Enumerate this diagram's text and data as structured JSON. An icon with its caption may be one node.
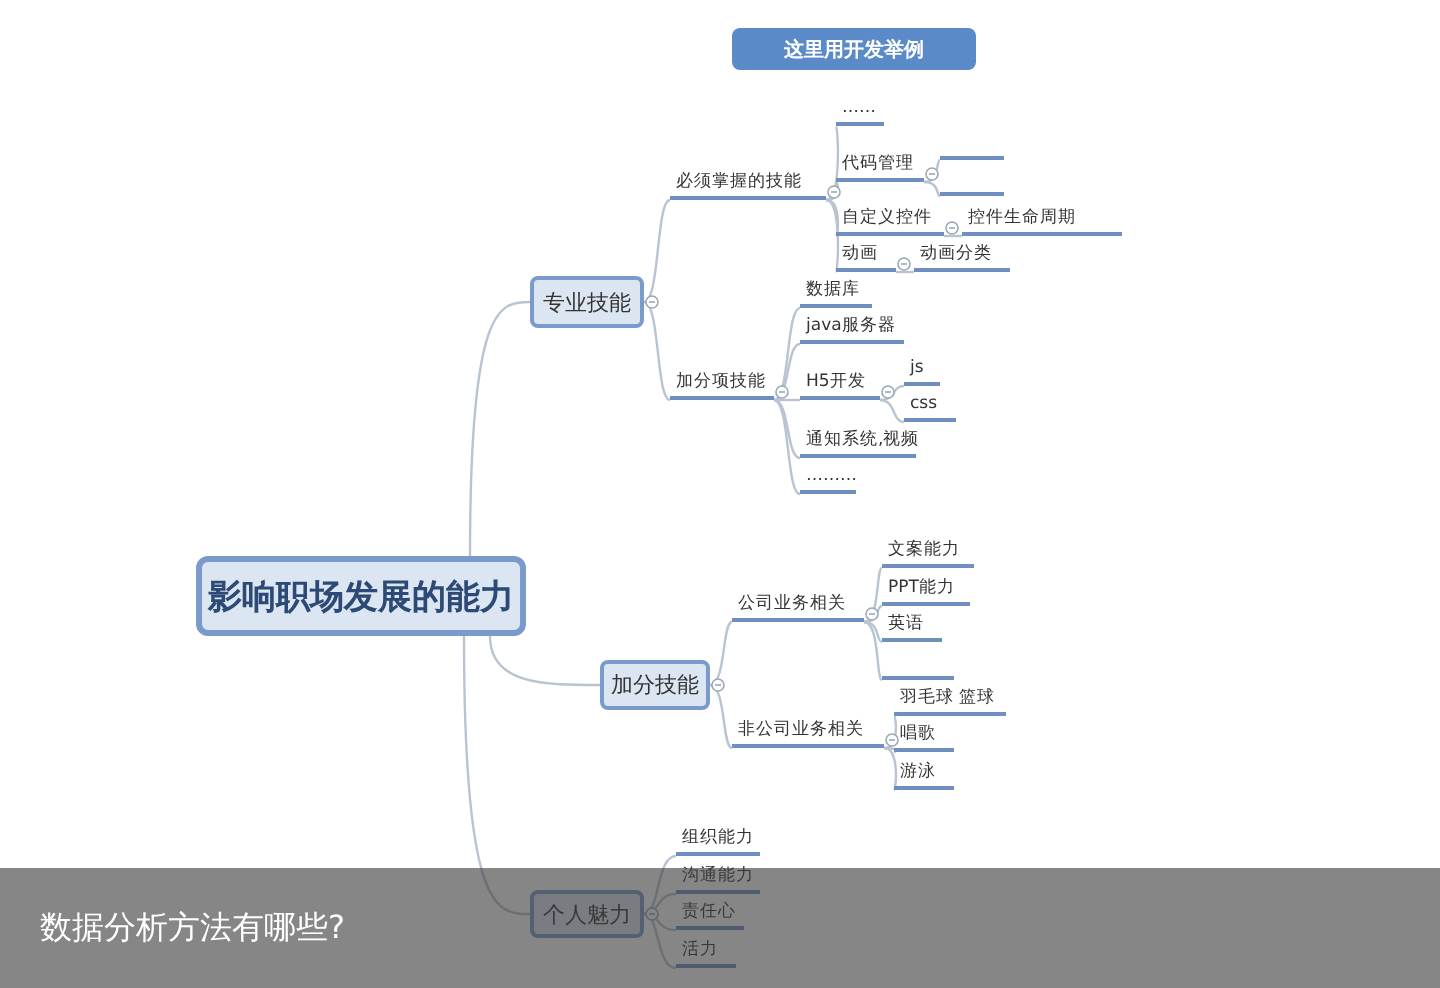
{
  "diagram": {
    "title": "这里用开发举例",
    "caption": "数据分析方法有哪些?",
    "nodes": [
      {
        "text": [
          "影响职场发展的能力"
        ]
      },
      {
        "text": [
          "专业技能"
        ]
      },
      {
        "text": [
          "必须掌握的技能"
        ]
      },
      {
        "text": [
          "……"
        ]
      },
      {
        "text": [
          "代码管理"
        ]
      },
      {
        "text": [],
        "shape": "bar"
      },
      {
        "text": [],
        "shape": "bar"
      },
      {
        "text": [
          "自定义控件"
        ]
      },
      {
        "text": [
          "控件生命周期"
        ]
      },
      {
        "text": [
          "动画"
        ]
      },
      {
        "text": [
          "动画分类"
        ]
      },
      {
        "text": [
          "加分项技能"
        ]
      },
      {
        "text": [
          "数据库"
        ]
      },
      {
        "text": [
          "java服务器"
        ]
      },
      {
        "text": [
          "H5开发"
        ]
      },
      {
        "text": [
          "js"
        ]
      },
      {
        "text": [
          "css"
        ]
      },
      {
        "text": [
          "通知系统,视频"
        ]
      },
      {
        "text": [
          "………"
        ]
      },
      {
        "text": [
          "加分技能"
        ]
      },
      {
        "text": [
          "公司业务相关"
        ]
      },
      {
        "text": [
          "文案能力"
        ]
      },
      {
        "text": [
          "PPT能力"
        ]
      },
      {
        "text": [
          "英语"
        ]
      },
      {
        "text": [],
        "shape": "bar"
      },
      {
        "text": [
          "非公司业务相关"
        ]
      },
      {
        "text": [
          "羽毛球 篮球"
        ]
      },
      {
        "text": [
          "唱歌"
        ]
      },
      {
        "text": [
          "游泳"
        ]
      },
      {
        "text": [
          "个人魅力"
        ]
      },
      {
        "text": [
          "组织能力"
        ]
      },
      {
        "text": [
          "沟通能力"
        ]
      },
      {
        "text": [
          "责任心"
        ]
      },
      {
        "text": [
          "活力"
        ]
      }
    ],
    "edges": [
      {
        "from": 0,
        "to": 1,
        "arrow": "none"
      },
      {
        "from": 0,
        "to": 19,
        "arrow": "none"
      },
      {
        "from": 0,
        "to": 29,
        "arrow": "none"
      },
      {
        "from": 1,
        "to": 2,
        "arrow": "none"
      },
      {
        "from": 1,
        "to": 11,
        "arrow": "none"
      },
      {
        "from": 2,
        "to": 3,
        "arrow": "none"
      },
      {
        "from": 2,
        "to": 4,
        "arrow": "none"
      },
      {
        "from": 2,
        "to": 7,
        "arrow": "none"
      },
      {
        "from": 2,
        "to": 9,
        "arrow": "none"
      },
      {
        "from": 4,
        "to": 5,
        "arrow": "none"
      },
      {
        "from": 4,
        "to": 6,
        "arrow": "none"
      },
      {
        "from": 7,
        "to": 8,
        "arrow": "none"
      },
      {
        "from": 9,
        "to": 10,
        "arrow": "none"
      },
      {
        "from": 11,
        "to": 12,
        "arrow": "none"
      },
      {
        "from": 11,
        "to": 13,
        "arrow": "none"
      },
      {
        "from": 11,
        "to": 14,
        "arrow": "none"
      },
      {
        "from": 11,
        "to": 17,
        "arrow": "none"
      },
      {
        "from": 11,
        "to": 18,
        "arrow": "none"
      },
      {
        "from": 14,
        "to": 15,
        "arrow": "none"
      },
      {
        "from": 14,
        "to": 16,
        "arrow": "none"
      },
      {
        "from": 19,
        "to": 20,
        "arrow": "none"
      },
      {
        "from": 19,
        "to": 25,
        "arrow": "none"
      },
      {
        "from": 20,
        "to": 21,
        "arrow": "none"
      },
      {
        "from": 20,
        "to": 22,
        "arrow": "none"
      },
      {
        "from": 20,
        "to": 23,
        "arrow": "none"
      },
      {
        "from": 20,
        "to": 24,
        "arrow": "none"
      },
      {
        "from": 25,
        "to": 26,
        "arrow": "none"
      },
      {
        "from": 25,
        "to": 27,
        "arrow": "none"
      },
      {
        "from": 25,
        "to": 28,
        "arrow": "none"
      },
      {
        "from": 29,
        "to": 30,
        "arrow": "none"
      },
      {
        "from": 29,
        "to": 31,
        "arrow": "none"
      },
      {
        "from": 29,
        "to": 32,
        "arrow": "none"
      },
      {
        "from": 29,
        "to": 33,
        "arrow": "none"
      }
    ]
  }
}
